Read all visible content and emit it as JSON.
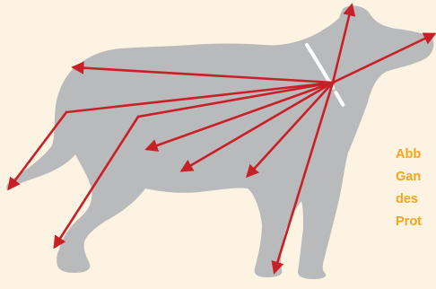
{
  "caption": {
    "lines": [
      "Abb",
      "Gan",
      "des",
      "Prot"
    ],
    "color": "#f3a51c"
  },
  "colors": {
    "background": "#fdf3e2",
    "silhouette": "#b9babb",
    "arrow": "#c91f26",
    "collar": "#ffffff"
  }
}
